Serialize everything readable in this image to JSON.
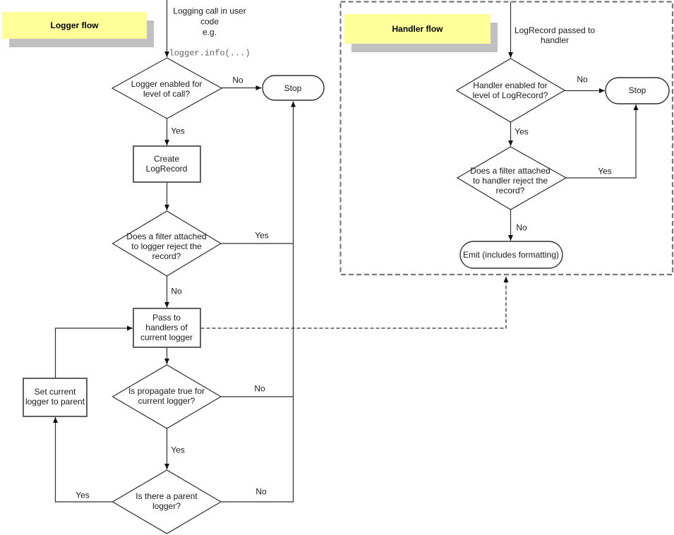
{
  "colors": {
    "note_yellow": "#ffff99",
    "note_shadow": "#c0c0c0",
    "line": "#2e2e2e",
    "box_border": "#4f4f4f",
    "dashed_frame": "#787878"
  },
  "labels": {
    "yes": "Yes",
    "no": "No"
  },
  "logger_flow": {
    "title": "Logger flow",
    "entry_text": "Logging call in user\ncode\ne.g.",
    "entry_code": "logger.info(...)",
    "decision_enabled": "Logger enabled for\nlevel of call?",
    "stop": "Stop",
    "create_record": "Create\nLogRecord",
    "decision_filter": "Does a filter attached\nto logger reject the\nrecord?",
    "pass_handlers": "Pass to\nhandlers of\ncurrent logger",
    "decision_propagate": "Is propagate true for\ncurrent logger?",
    "set_parent": "Set current\nlogger to parent",
    "decision_parent": "Is there a parent\nlogger?"
  },
  "handler_flow": {
    "title": "Handler flow",
    "entry_text": "LogRecord passed to\nhandler",
    "decision_enabled": "Handler enabled for\nlevel of LogRecord?",
    "stop": "Stop",
    "decision_filter": "Does a filter attached\nto handler reject the\nrecord?",
    "emit": "Emit (includes formatting)"
  }
}
